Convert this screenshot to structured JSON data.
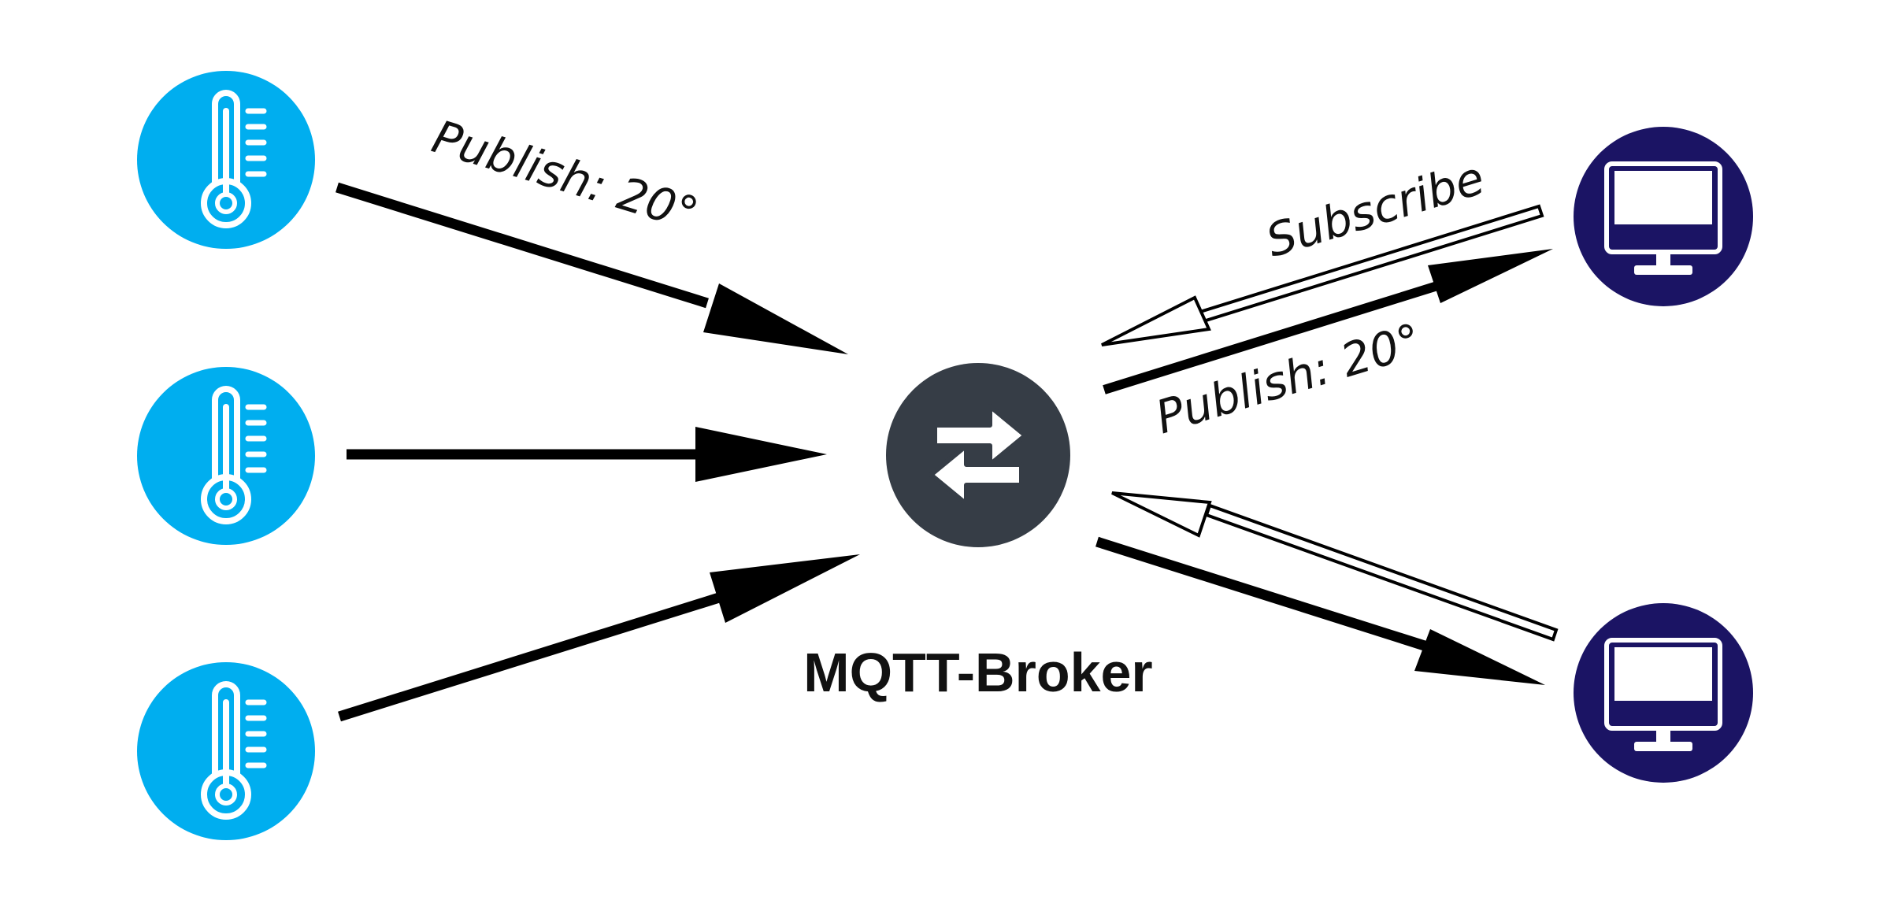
{
  "colors": {
    "sensor": "#00AEEF",
    "client": "#1B1464",
    "broker": "#363D46",
    "arrow": "#000000",
    "icon": "#FFFFFF"
  },
  "labels": {
    "publish_top": "Publish: 20°",
    "subscribe": "Subscribe",
    "publish_client": "Publish: 20°",
    "broker": "MQTT-Broker"
  },
  "nodes": {
    "sensors": [
      {
        "icon": "thermometer-icon"
      },
      {
        "icon": "thermometer-icon"
      },
      {
        "icon": "thermometer-icon"
      }
    ],
    "broker": {
      "icon": "exchange-arrows-icon"
    },
    "clients": [
      {
        "icon": "monitor-icon"
      },
      {
        "icon": "monitor-icon"
      }
    ]
  }
}
